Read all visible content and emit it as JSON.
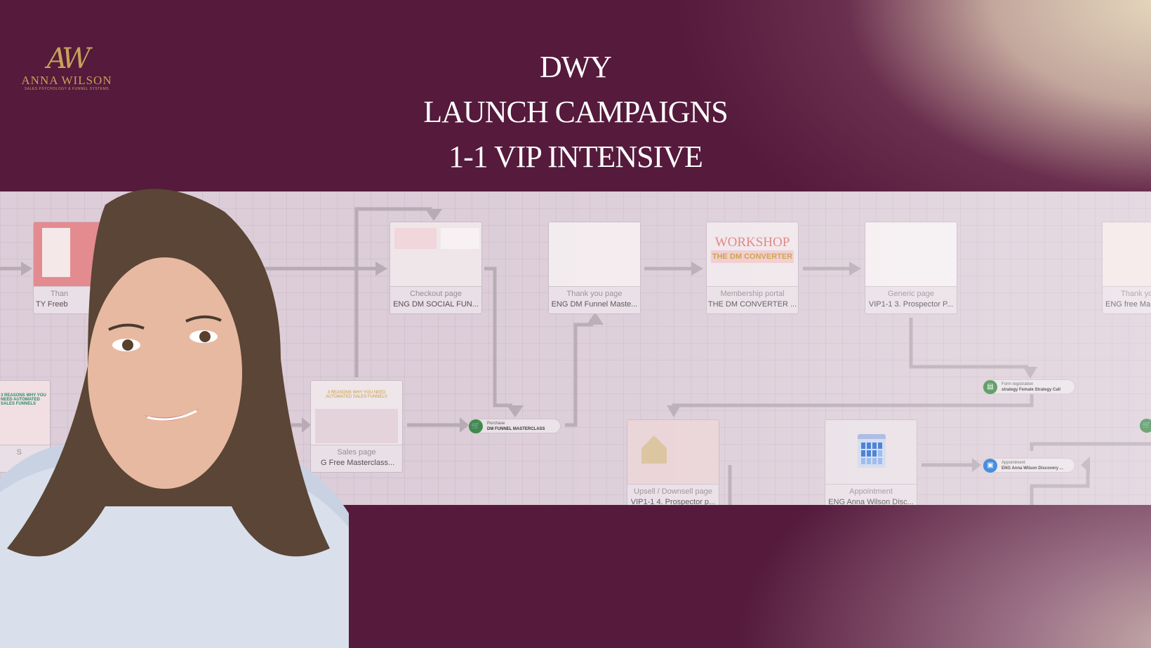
{
  "logo": {
    "monogram": "AW",
    "name": "ANNA WILSON",
    "tagline": "SALES PSYCHOLOGY & FUNNEL SYSTEMS"
  },
  "title": {
    "line1": "DWY",
    "line2": "LAUNCH CAMPAIGNS",
    "line3": "1-1 VIP INTENSIVE"
  },
  "cards": [
    {
      "type": "Than",
      "name": "TY Freeb"
    },
    {
      "type": "Checkout page",
      "name": "ENG DM SOCIAL FUN..."
    },
    {
      "type": "Thank you page",
      "name": "ENG DM Funnel Maste..."
    },
    {
      "type": "Membership portal",
      "name": "THE DM CONVERTER ...",
      "thumb_line1": "WORKSHOP",
      "thumb_line2": "THE DM CONVERTER"
    },
    {
      "type": "Generic page",
      "name": "VIP1-1 3. Prospector P..."
    },
    {
      "type": "Thank yo",
      "name": "ENG free Ma"
    },
    {
      "type": "Sales page",
      "name": "G Free Masterclass...",
      "thumb_text": "3 REASONS WHY YOU NEED AUTOMATED SALES FUNNELS"
    },
    {
      "type": "Upsell / Downsell page",
      "name": "VIP1-1 4. Prospector p..."
    },
    {
      "type": "Appointment",
      "name": "ENG Anna Wilson Disc..."
    },
    {
      "type": "S",
      "name": "",
      "thumb_text": "3 REASONS WHY YOU NEED AUTOMATED SALES FUNNELS"
    }
  ],
  "events": [
    {
      "kind": "Purchase",
      "name": "DM FUNNEL MASTERCLASS",
      "icon": "cart-icon",
      "color": "#3f8a4a"
    },
    {
      "kind": "Form registration",
      "name": "strategy Female Strategy Call",
      "icon": "form-icon",
      "color": "#3f8a4a"
    },
    {
      "kind": "Appointment",
      "name": "ENG Anna Wilson Discovery ...",
      "icon": "calendar-icon",
      "color": "#1e73d6"
    }
  ]
}
